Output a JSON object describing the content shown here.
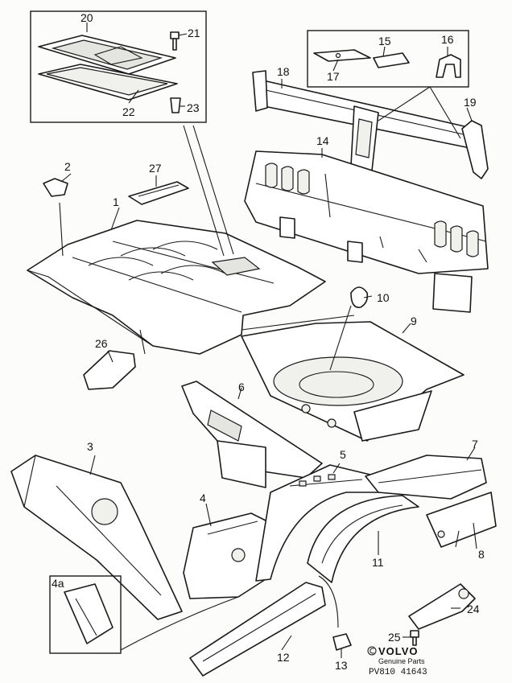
{
  "callouts": {
    "c1": "1",
    "c2": "2",
    "c3": "3",
    "c4": "4",
    "c4a": "4a",
    "c5": "5",
    "c6": "6",
    "c7": "7",
    "c8": "8",
    "c9": "9",
    "c10": "10",
    "c11": "11",
    "c12": "12",
    "c13": "13",
    "c14": "14",
    "c15": "15",
    "c16": "16",
    "c17": "17",
    "c18": "18",
    "c19": "19",
    "c20": "20",
    "c21": "21",
    "c22": "22",
    "c23": "23",
    "c24": "24",
    "c25": "25",
    "c26": "26",
    "c27": "27"
  },
  "footer": {
    "brand": "VOLVO",
    "subtitle": "Genuine Parts",
    "code": "PV810 41643"
  }
}
